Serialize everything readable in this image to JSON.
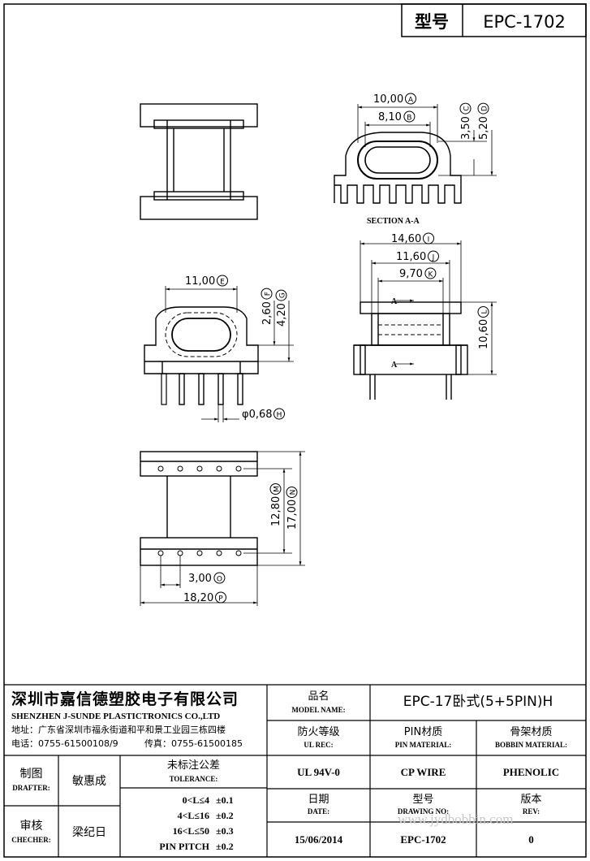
{
  "header": {
    "model_label": "型号",
    "model_value": "EPC-1702"
  },
  "views": {
    "section_title": "SECTION A-A",
    "section_marker": "A",
    "dimensions": [
      {
        "id": "A",
        "value": "10,00"
      },
      {
        "id": "B",
        "value": "8,10"
      },
      {
        "id": "C",
        "value": "3,50"
      },
      {
        "id": "D",
        "value": "5,20"
      },
      {
        "id": "E",
        "value": "11,00"
      },
      {
        "id": "F",
        "value": "2,60"
      },
      {
        "id": "G",
        "value": "4,20"
      },
      {
        "id": "H",
        "value": "φ0,68"
      },
      {
        "id": "I",
        "value": "14,60"
      },
      {
        "id": "J",
        "value": "11,60"
      },
      {
        "id": "K",
        "value": "9,70"
      },
      {
        "id": "L",
        "value": "10,60"
      },
      {
        "id": "M",
        "value": "12,80"
      },
      {
        "id": "N",
        "value": "17,00"
      },
      {
        "id": "O",
        "value": "3,00"
      },
      {
        "id": "P",
        "value": "18,20"
      }
    ]
  },
  "title_block": {
    "company_cn": "深圳市嘉信德塑胶电子有限公司",
    "company_en": "SHENZHEN J-SUNDE PLASTICTRONICS CO.,LTD",
    "address": "地址：广东省深圳市福永街道和平和景工业园三栋四楼",
    "phone": "电话：0755-61500108/9",
    "fax": "传真：0755-61500185",
    "model_name": {
      "cn": "品名",
      "en": "MODEL NAME:",
      "value": "EPC-17卧式(5+5PIN)H"
    },
    "ul_rec": {
      "cn": "防火等级",
      "en": "UL REC:",
      "value": "UL 94V-0"
    },
    "pin_material": {
      "cn": "PIN材质",
      "en": "PIN MATERIAL:",
      "value": "CP WIRE"
    },
    "bobbin_material": {
      "cn": "骨架材质",
      "en": "BOBBIN MATERIAL:",
      "value": "PHENOLIC"
    },
    "drafter": {
      "cn": "制图",
      "en": "DRAFTER:",
      "value": "敏惠成"
    },
    "checker": {
      "cn": "审核",
      "en": "CHECHER:",
      "value": "梁纪日"
    },
    "tolerance": {
      "cn": "未标注公差",
      "en": "TOLERANCE:",
      "rows": [
        {
          "range": "0<L≤4",
          "value": "±0.1"
        },
        {
          "range": "4<L≤16",
          "value": "±0.2"
        },
        {
          "range": "16<L≤50",
          "value": "±0.3"
        },
        {
          "range": "PIN PITCH",
          "value": "±0.2"
        }
      ]
    },
    "date": {
      "cn": "日期",
      "en": "DATE:",
      "value": "15/06/2014"
    },
    "drawing_no": {
      "cn": "型号",
      "en": "DRAWING NO:",
      "value": "EPC-1702"
    },
    "rev": {
      "cn": "版本",
      "en": "REV:",
      "value": "0"
    }
  },
  "watermark": "www.jydbobbin.com"
}
